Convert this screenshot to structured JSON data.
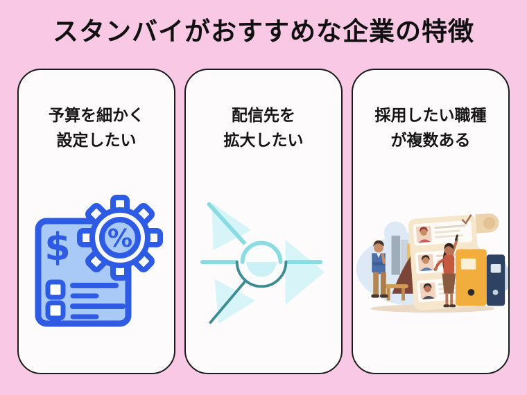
{
  "page": {
    "title": "スタンバイがおすすめな企業の特徴"
  },
  "cards": [
    {
      "label": "予算を細かく\n設定したい",
      "icon": "budget-settings-icon",
      "icon_dollar": "$",
      "icon_percent": "%"
    },
    {
      "label": "配信先を\n拡大したい",
      "icon": "distribution-expand-icon"
    },
    {
      "label": "採用したい職種\nが複数ある",
      "icon": "multi-position-hiring-icon"
    }
  ],
  "colors": {
    "background": "#F9C8E4",
    "card_background": "#FDFBFC",
    "card_border": "#1B1B1B",
    "title_text": "#111111",
    "icon_blue": "#2E5BE4",
    "icon_blue_light": "#A9C9F7",
    "icon_teal_light": "#8ADCE2",
    "icon_teal_dark": "#3E8D94",
    "icon_cyan_fill": "#D7F5F8",
    "scroll_paper": "#F6E7CC",
    "binder_yellow": "#F2AE3C",
    "binder_navy": "#2E4263"
  }
}
